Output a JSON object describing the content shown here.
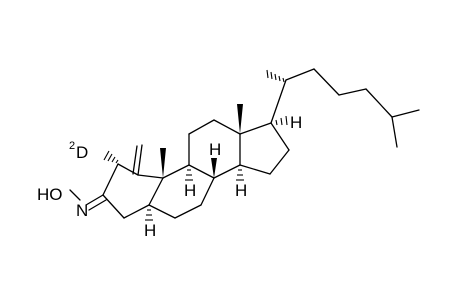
{
  "molecule": {
    "labels": {
      "oxime_group": "HO",
      "oxime_n": "N",
      "deuterium_isotope": "2",
      "deuterium_symbol": "D",
      "h_c9": "H",
      "h_c8": "H",
      "h_c14": "H",
      "h_c5": "H",
      "h_c17": "H"
    },
    "colors": {
      "bond": "#000000",
      "background": "#ffffff"
    }
  }
}
